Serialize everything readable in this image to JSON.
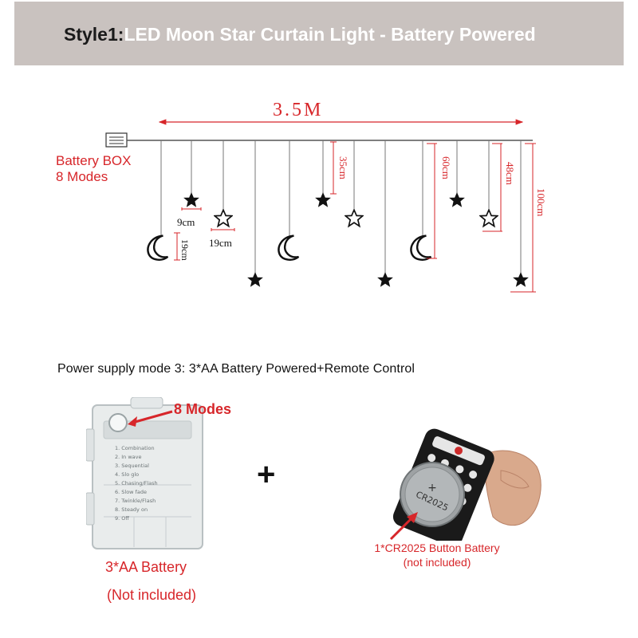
{
  "banner": {
    "title_lead": "Style1:",
    "title_rest": "LED Moon Star Curtain Light - Battery Powered"
  },
  "diagram": {
    "width_label": "3.5M",
    "battery_box_label": "Battery BOX",
    "modes_label": "8 Modes",
    "dimensions": {
      "star_width": "9cm",
      "moon_height": "19cm",
      "star_outline_width": "19cm",
      "drop_35": "35cm",
      "drop_60": "60cm",
      "drop_48": "48cm",
      "drop_100": "100cm"
    },
    "colors": {
      "dimension_red": "#d7262a",
      "wire": "#555555",
      "icon": "#111111"
    }
  },
  "power_supply": {
    "heading": "Power supply mode 3:  3*AA Battery Powered+Remote Control",
    "modes_callout": "8 Modes",
    "battery_label": "3*AA Battery",
    "battery_note": "(Not included)",
    "plus_sign": "+",
    "cr_label_line1": "1*CR2025 Button Battery",
    "cr_label_line2": "(not included)",
    "pack_modes": [
      "1. Combination",
      "2. In wave",
      "3. Sequential",
      "4. Slo glo",
      "5. Chasing/Flash",
      "6. Slow fade",
      "7. Twinkle/Flash",
      "8. Steady on",
      "9. Off"
    ],
    "coin_text": "CR2025"
  }
}
